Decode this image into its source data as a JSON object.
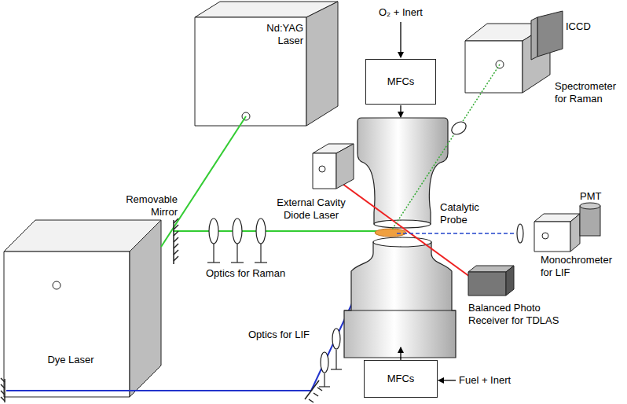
{
  "diagram": {
    "nodes": [
      {
        "text": [
          "Nd:YAG Laser"
        ]
      },
      {
        "text": [
          "MFCs"
        ]
      },
      {
        "text": [
          "Dye Laser"
        ]
      },
      {
        "text": [
          "MFCs"
        ]
      }
    ],
    "labels": [
      "O₂ + Inert",
      "ICCD",
      "Spectrometer for Raman",
      "External Cavity Diode Laser",
      "Removable Mirror",
      "Catalytic Probe",
      "PMT",
      "Optics for Raman",
      "Monochrometer for LIF",
      "Optics for LIF",
      "Balanced Photo Receiver for TDLAS",
      "Fuel + Inert"
    ]
  }
}
